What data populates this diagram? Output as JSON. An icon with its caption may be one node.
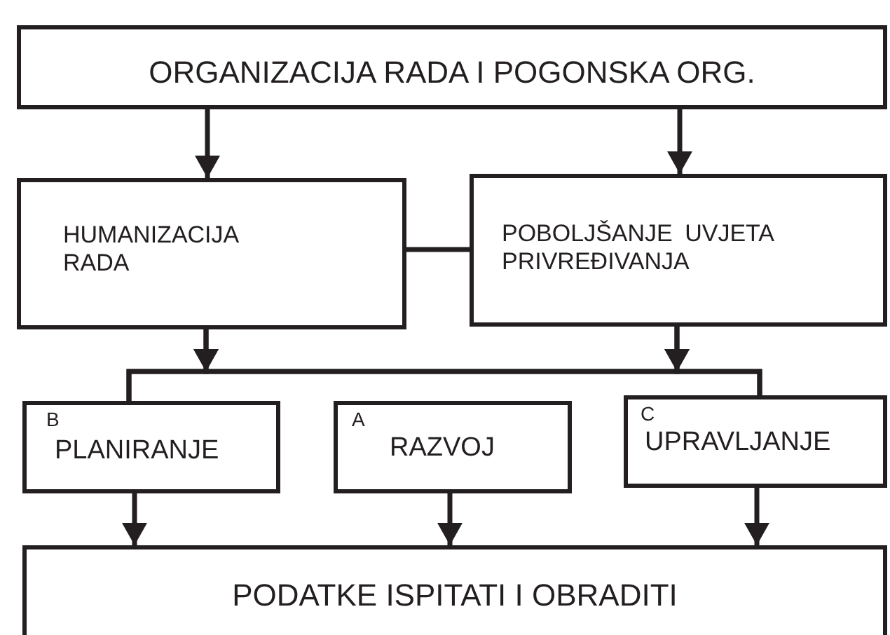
{
  "diagram": {
    "nodes": [
      {
        "text": [
          "ORGANIZACIJA RADA I POGONSKA ORG."
        ]
      },
      {
        "text": [
          "HUMANIZACIJA RADA"
        ]
      },
      {
        "text": [
          "POBOLJŠANJE UVJETA PRIVREĐIVANJA"
        ]
      },
      {
        "text": [
          "B",
          "PLANIRANJE"
        ]
      },
      {
        "text": [
          "A",
          "RAZVOJ"
        ]
      },
      {
        "text": [
          "C",
          "UPRAVLJANJE"
        ]
      },
      {
        "text": [
          "PODATKE ISPITATI I OBRADITI"
        ]
      }
    ],
    "edges": [
      {
        "from": 0,
        "to": 1,
        "arrow": "to"
      },
      {
        "from": 0,
        "to": 2,
        "arrow": "to"
      },
      {
        "from": 1,
        "to": 2,
        "arrow": "none"
      },
      {
        "from": 1,
        "to": 3,
        "arrow": "to"
      },
      {
        "from": 1,
        "to": 5,
        "arrow": "to"
      },
      {
        "from": 2,
        "to": 3,
        "arrow": "to"
      },
      {
        "from": 2,
        "to": 5,
        "arrow": "to"
      },
      {
        "from": 3,
        "to": 6,
        "arrow": "to"
      },
      {
        "from": 4,
        "to": 6,
        "arrow": "to"
      },
      {
        "from": 5,
        "to": 6,
        "arrow": "to"
      }
    ]
  }
}
